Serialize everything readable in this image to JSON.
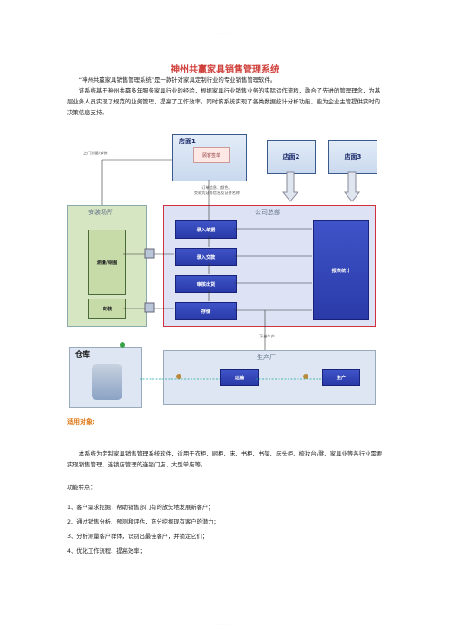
{
  "watermark_top": "· · · · ·",
  "watermark_bottom": "· · · · ·",
  "title": "神州共赢家具销售管理系统",
  "intro": [
    "“神州共赢家具销售管理系统”是一款针对家具定制行业的专业销售管理软件。",
    "该系统基于神州共赢多年服务家具行业的经验，根据家具行业销售业务的实际运作流程，融合了先进的管理理念，为基层业务人员实现了规范的业务管理，提高了工作效率。同时该系统实现了各类数据统计分析功能，能为企业主管提供实时的决策信息支持。"
  ],
  "diagram": {
    "store1": "店面1",
    "customer_sign": "顾客签单",
    "store2": "店面2",
    "store3": "店面3",
    "door_measure": "上门测量/安装",
    "order_note": "订单信息、颜色、\n交款凭证等信息及证件名称",
    "install_site": "安装场所",
    "measure_draw": "测量/绘图",
    "install": "安装",
    "hq": "公司总部",
    "enter_order": "录入单据",
    "enter_payment": "录入交款",
    "review_ship": "审核出货",
    "inventory": "存储",
    "report": "报表统计",
    "order_produce": "下单生产",
    "warehouse": "仓库",
    "factory": "生产厂",
    "transport": "运输",
    "produce": "生产"
  },
  "section_heading": "适用对象:",
  "applicable": "本系统为定制家具销售管理系统软件，适用于衣柜、厨柜、床、书柜、书架、床头柜、梳妆台/凳、家具业等各行业需要实现销售管理、连锁店管理的连锁门店、大型单店等。",
  "features_title": "功能特点：",
  "features": [
    "1、客户需求挖掘，帮助销售部门有的放矢地发展新客户；",
    "2、通过销售分析、预测和评估，充分挖掘现有客户的潜力；",
    "3、分析测量客户群体，识别出最佳客户，并锁定它们；",
    "4、优化工作流程、提高效率；"
  ],
  "colors": {
    "title": "#d0413c",
    "heading": "#e07a1a",
    "node": "#2e3fb4",
    "hq_border": "#d03040",
    "install_bg": "#d6e6c2"
  }
}
